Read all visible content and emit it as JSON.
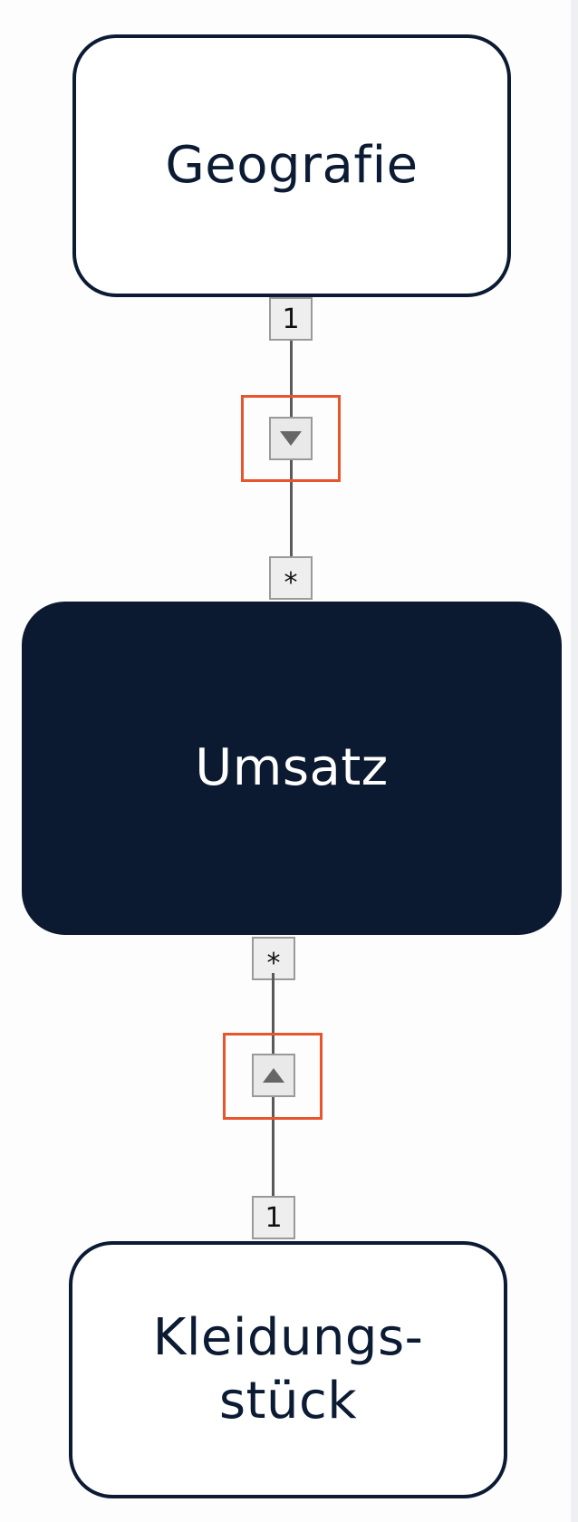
{
  "tables": {
    "geografie": {
      "label": "Geografie"
    },
    "umsatz": {
      "label": "Umsatz"
    },
    "kleidungsstueck": {
      "label": "Kleidungs-\nstück"
    }
  },
  "relationships": [
    {
      "from": "Geografie",
      "to": "Umsatz",
      "from_cardinality": "1",
      "to_cardinality": "*",
      "filter_direction": "down",
      "filter_icon": "triangle-down-icon"
    },
    {
      "from": "Kleidungsstück",
      "to": "Umsatz",
      "from_cardinality": "1",
      "to_cardinality": "*",
      "filter_direction": "up",
      "filter_icon": "triangle-up-icon"
    }
  ],
  "colors": {
    "fact_fill": "#0b1a30",
    "dimension_border": "#0b1b33",
    "highlight": "#e8542c",
    "connector": "#5a5a5a",
    "arrow": "#666666"
  }
}
